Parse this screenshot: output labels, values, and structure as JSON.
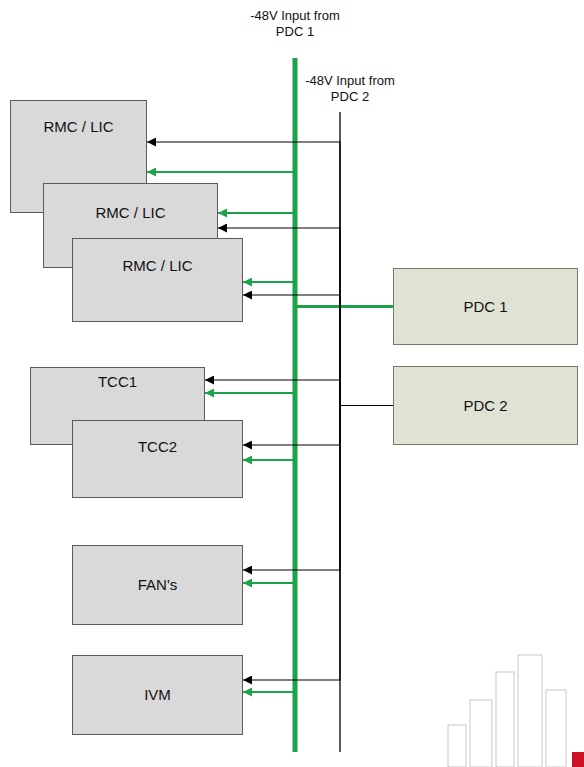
{
  "diagram": {
    "nodes": [
      {
        "text": [
          "RMC / LIC"
        ]
      },
      {
        "text": [
          "RMC / LIC"
        ]
      },
      {
        "text": [
          "RMC / LIC"
        ]
      },
      {
        "text": [
          "TCC1"
        ]
      },
      {
        "text": [
          "TCC2"
        ]
      },
      {
        "text": [
          "FAN's"
        ]
      },
      {
        "text": [
          "IVM"
        ]
      },
      {
        "text": [
          "PDC 1"
        ]
      },
      {
        "text": [
          "PDC 2"
        ]
      }
    ],
    "edges": [
      {
        "from": 7,
        "to": 0,
        "arrow": "to"
      },
      {
        "from": 7,
        "to": 1,
        "arrow": "to"
      },
      {
        "from": 7,
        "to": 2,
        "arrow": "to"
      },
      {
        "from": 7,
        "to": 3,
        "arrow": "to"
      },
      {
        "from": 7,
        "to": 4,
        "arrow": "to"
      },
      {
        "from": 7,
        "to": 5,
        "arrow": "to"
      },
      {
        "from": 7,
        "to": 6,
        "arrow": "to"
      },
      {
        "from": 8,
        "to": 0,
        "arrow": "to"
      },
      {
        "from": 8,
        "to": 1,
        "arrow": "to"
      },
      {
        "from": 8,
        "to": 2,
        "arrow": "to"
      },
      {
        "from": 8,
        "to": 3,
        "arrow": "to"
      },
      {
        "from": 8,
        "to": 4,
        "arrow": "to"
      },
      {
        "from": 8,
        "to": 5,
        "arrow": "to"
      },
      {
        "from": 8,
        "to": 6,
        "arrow": "to"
      }
    ],
    "labels": [
      "-48V Input from PDC 1",
      "-48V Input from PDC 2"
    ]
  }
}
